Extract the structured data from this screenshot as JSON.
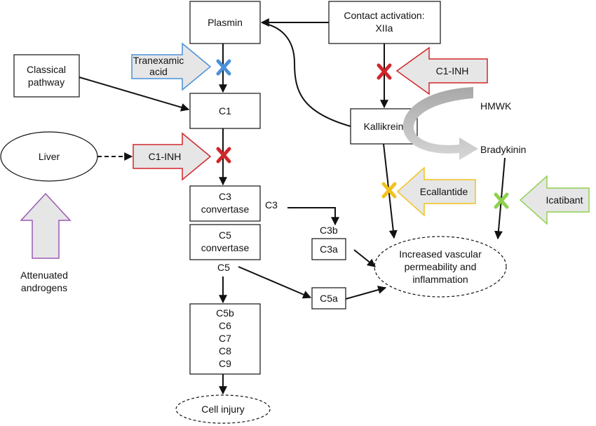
{
  "nodes": {
    "plasmin": "Plasmin",
    "contact_line1": "Contact activation:",
    "contact_line2": "XIIa",
    "classical_line1": "Classical",
    "classical_line2": "pathway",
    "c1": "C1",
    "kallikrein": "Kallikrein",
    "liver": "Liver",
    "c3conv_line1": "C3",
    "c3conv_line2": "convertase",
    "c5conv_line1": "C5",
    "c5conv_line2": "convertase",
    "c3": "C3",
    "c3b": "C3b",
    "c3a": "C3a",
    "c5": "C5",
    "c5a": "C5a",
    "mac": [
      "C5b",
      "C6",
      "C7",
      "C8",
      "C9"
    ],
    "cell_injury": "Cell injury",
    "outcome_line1": "Increased vascular",
    "outcome_line2": "permeability and",
    "outcome_line3": "inflammation",
    "hmwk": "HMWK",
    "bradykinin": "Bradykinin",
    "androgens_line1": "Attenuated",
    "androgens_line2": "androgens"
  },
  "drugs": {
    "tranexamic_line1": "Tranexamic",
    "tranexamic_line2": "acid",
    "c1inh_top": "C1-INH",
    "c1inh_liver": "C1-INH",
    "ecallantide": "Ecallantide",
    "icatibant": "Icatibant"
  },
  "colors": {
    "tranexamic": "#4a90d9",
    "c1inh": "#d0262a",
    "ecallantide": "#f2c21b",
    "icatibant": "#8fd14f",
    "androgens": "#9b59b6",
    "arrow_fill": "#e6e6e6"
  }
}
